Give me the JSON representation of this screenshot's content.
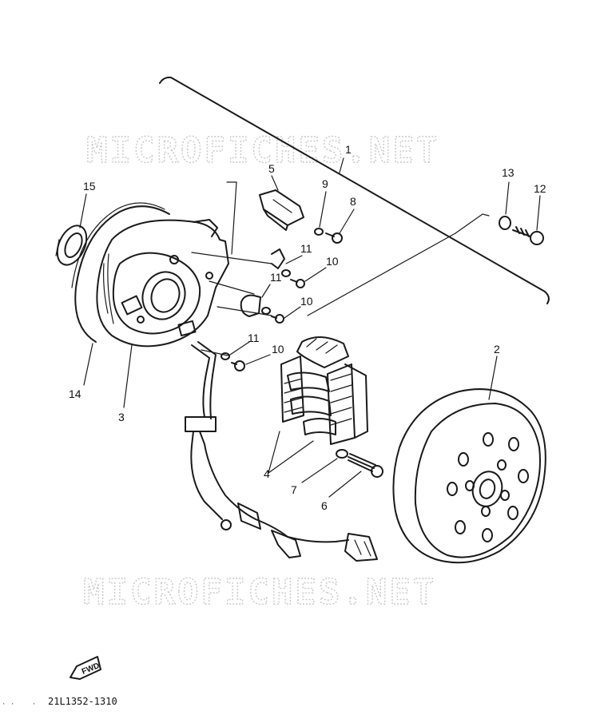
{
  "watermarks": [
    "MICROFICHES.NET",
    "MICROFICHES.NET"
  ],
  "callouts": {
    "c1": "1",
    "c2": "2",
    "c3": "3",
    "c4": "4",
    "c5": "5",
    "c6": "6",
    "c7": "7",
    "c8": "8",
    "c9": "9",
    "c10a": "10",
    "c10b": "10",
    "c10c": "10",
    "c11a": "11",
    "c11b": "11",
    "c11c": "11",
    "c12": "12",
    "c13": "13",
    "c14": "14",
    "c15": "15"
  },
  "part_code": "21L1352-1310",
  "fwd_label": "FWD",
  "corner_noise": "· ·    ·"
}
